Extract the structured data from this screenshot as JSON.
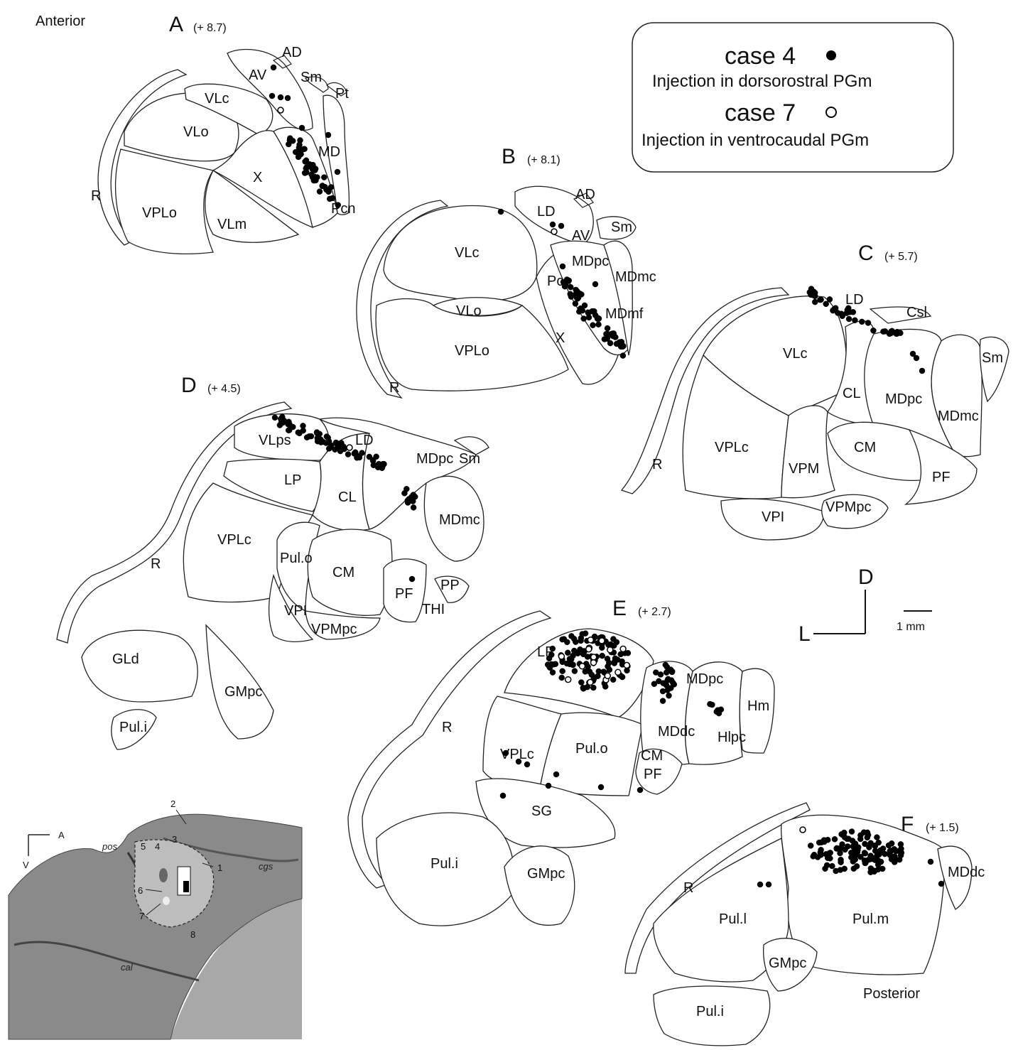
{
  "orientation": {
    "anterior": "Anterior",
    "posterior": "Posterior"
  },
  "legend": {
    "case4": "case 4",
    "case4_desc": "Injection in dorsorostral PGm",
    "case7": "case 7",
    "case7_desc": "Injection in ventrocaudal PGm",
    "filled_marker": "●",
    "open_marker": "○"
  },
  "sections": [
    {
      "letter": "A",
      "level": "(+ 8.7)",
      "labels": [
        "AD",
        "AV",
        "Sm",
        "Pt",
        "VLc",
        "VLo",
        "MD",
        "X",
        "R",
        "VPLo",
        "VLm",
        "Pcn"
      ]
    },
    {
      "letter": "B",
      "level": "(+ 8.1)",
      "labels": [
        "AD",
        "LD",
        "Sm",
        "AV",
        "MDpc",
        "VLc",
        "MDmc",
        "Pcn",
        "MDmf",
        "VLo",
        "VPLo",
        "X",
        "R"
      ]
    },
    {
      "letter": "C",
      "level": "(+ 5.7)",
      "labels": [
        "LD",
        "Csl",
        "Sm",
        "VLc",
        "CL",
        "MDpc",
        "MDmc",
        "VPLc",
        "CM",
        "VPM",
        "PF",
        "VPI",
        "VPMpc",
        "R"
      ]
    },
    {
      "letter": "D",
      "level": "(+ 4.5)",
      "labels": [
        "VLps",
        "LD",
        "MDpc",
        "Sm",
        "LP",
        "CL",
        "MDmc",
        "VPLc",
        "R",
        "Pul.o",
        "CM",
        "PF",
        "PP",
        "VPI",
        "THI",
        "VPMpc",
        "GLd",
        "GMpc",
        "Pul.i"
      ]
    },
    {
      "letter": "E",
      "level": "(+ 2.7)",
      "labels": [
        "LP",
        "MDpc",
        "Hm",
        "MDdc",
        "Hlpc",
        "R",
        "VPLc",
        "Pul.o",
        "CM",
        "PF",
        "SG",
        "Pul.i",
        "GMpc"
      ]
    },
    {
      "letter": "F",
      "level": "(+ 1.5)",
      "labels": [
        "MDdc",
        "R",
        "Pul.l",
        "Pul.m",
        "GMpc",
        "Pul.i"
      ]
    }
  ],
  "axes": {
    "dorsal": "D",
    "lateral": "L",
    "scale": "1 mm"
  },
  "inset": {
    "orient_a": "A",
    "orient_v": "V",
    "sulci": [
      "pos",
      "cgs",
      "cal"
    ],
    "numbers": [
      "1",
      "2",
      "3",
      "4",
      "5",
      "6",
      "7",
      "8"
    ]
  },
  "colors": {
    "filled": "#000000",
    "open": "#ffffff",
    "outline": "#222222",
    "brain": "#8a8a8a",
    "background_gray": "#a8a8a8"
  }
}
